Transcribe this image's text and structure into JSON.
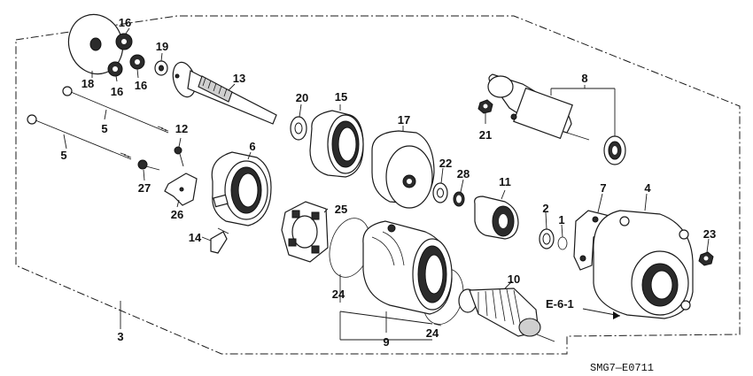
{
  "diagram": {
    "drawing_code": "SMG7—E0711",
    "section_ref": "E-6-1",
    "callouts": [
      {
        "id": "c16a",
        "label": "16"
      },
      {
        "id": "c16b",
        "label": "16"
      },
      {
        "id": "c16c",
        "label": "16"
      },
      {
        "id": "c18",
        "label": "18"
      },
      {
        "id": "c19",
        "label": "19"
      },
      {
        "id": "c13",
        "label": "13"
      },
      {
        "id": "c20",
        "label": "20"
      },
      {
        "id": "c15",
        "label": "15"
      },
      {
        "id": "c8",
        "label": "8"
      },
      {
        "id": "c21",
        "label": "21"
      },
      {
        "id": "c5a",
        "label": "5"
      },
      {
        "id": "c5b",
        "label": "5"
      },
      {
        "id": "c12",
        "label": "12"
      },
      {
        "id": "c6",
        "label": "6"
      },
      {
        "id": "c17",
        "label": "17"
      },
      {
        "id": "c22",
        "label": "22"
      },
      {
        "id": "c28",
        "label": "28"
      },
      {
        "id": "c11",
        "label": "11"
      },
      {
        "id": "c27",
        "label": "27"
      },
      {
        "id": "c26",
        "label": "26"
      },
      {
        "id": "c7",
        "label": "7"
      },
      {
        "id": "c4",
        "label": "4"
      },
      {
        "id": "c25",
        "label": "25"
      },
      {
        "id": "c2",
        "label": "2"
      },
      {
        "id": "c1",
        "label": "1"
      },
      {
        "id": "c23",
        "label": "23"
      },
      {
        "id": "c14",
        "label": "14"
      },
      {
        "id": "c10",
        "label": "10"
      },
      {
        "id": "c24a",
        "label": "24"
      },
      {
        "id": "c24b",
        "label": "24"
      },
      {
        "id": "c9",
        "label": "9"
      },
      {
        "id": "c3",
        "label": "3"
      }
    ]
  }
}
